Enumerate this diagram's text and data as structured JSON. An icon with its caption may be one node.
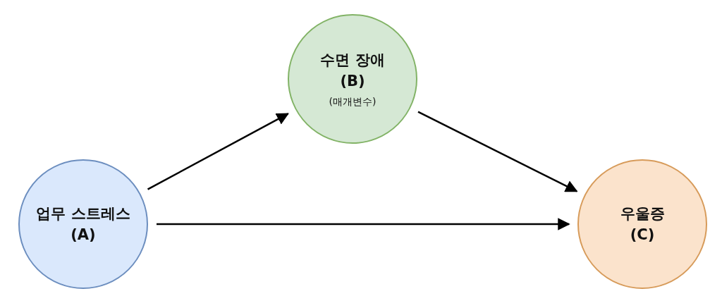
{
  "diagram": {
    "nodes": [
      {
        "text": [
          "업무 스트레스",
          "(A)"
        ]
      },
      {
        "text": [
          "수면 장애",
          "(B)",
          "(매개변수)"
        ]
      },
      {
        "text": [
          "우울증",
          "(C)"
        ]
      }
    ],
    "edges": [
      {
        "from": 0,
        "to": 1,
        "arrow": "to"
      },
      {
        "from": 1,
        "to": 2,
        "arrow": "to"
      },
      {
        "from": 0,
        "to": 2,
        "arrow": "to"
      }
    ]
  }
}
